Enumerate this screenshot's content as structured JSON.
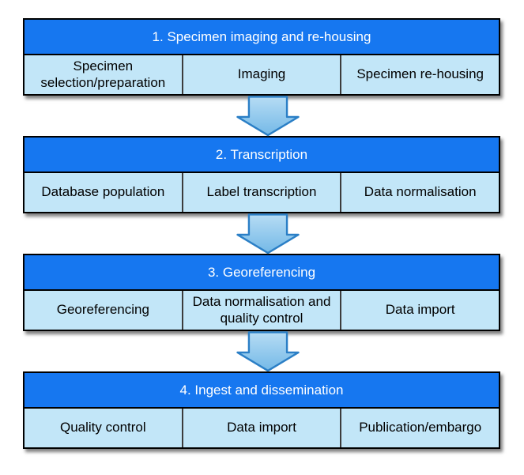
{
  "stages": [
    {
      "title": "1. Specimen imaging and re-housing",
      "cells": [
        "Specimen selection/preparation",
        "Imaging",
        "Specimen re-housing"
      ]
    },
    {
      "title": "2. Transcription",
      "cells": [
        "Database population",
        "Label transcription",
        "Data normalisation"
      ]
    },
    {
      "title": "3. Georeferencing",
      "cells": [
        "Georeferencing",
        "Data normalisation and quality control",
        "Data import"
      ]
    },
    {
      "title": "4. Ingest and dissemination",
      "cells": [
        "Quality control",
        "Data import",
        "Publication/embargo"
      ]
    }
  ],
  "icons": {
    "between_stages": "down-block-arrow-icon"
  },
  "colors": {
    "stage_header_background": "#1677f0",
    "stage_header_text": "#ffffff",
    "cell_background": "#c2e6f8",
    "cell_text": "#000000",
    "block_border": "#000000",
    "cell_divider": "#3c3c3c",
    "arrow_fill_top": "#b6dcf4",
    "arrow_fill_bottom": "#74b9e7",
    "arrow_border": "#2b7fc6",
    "page_background": "#ffffff"
  }
}
